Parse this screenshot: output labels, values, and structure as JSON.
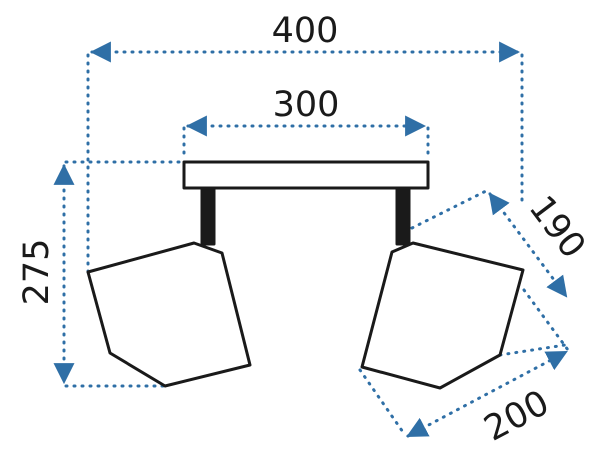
{
  "dimensions": {
    "overall_width": "400",
    "bar_width": "300",
    "height": "275",
    "shade_width": "190",
    "shade_depth": "200"
  },
  "colors": {
    "dimension_line": "#2f6fa6",
    "outline": "#1a1a1a",
    "text": "#1a1a1a",
    "background": "#ffffff"
  }
}
